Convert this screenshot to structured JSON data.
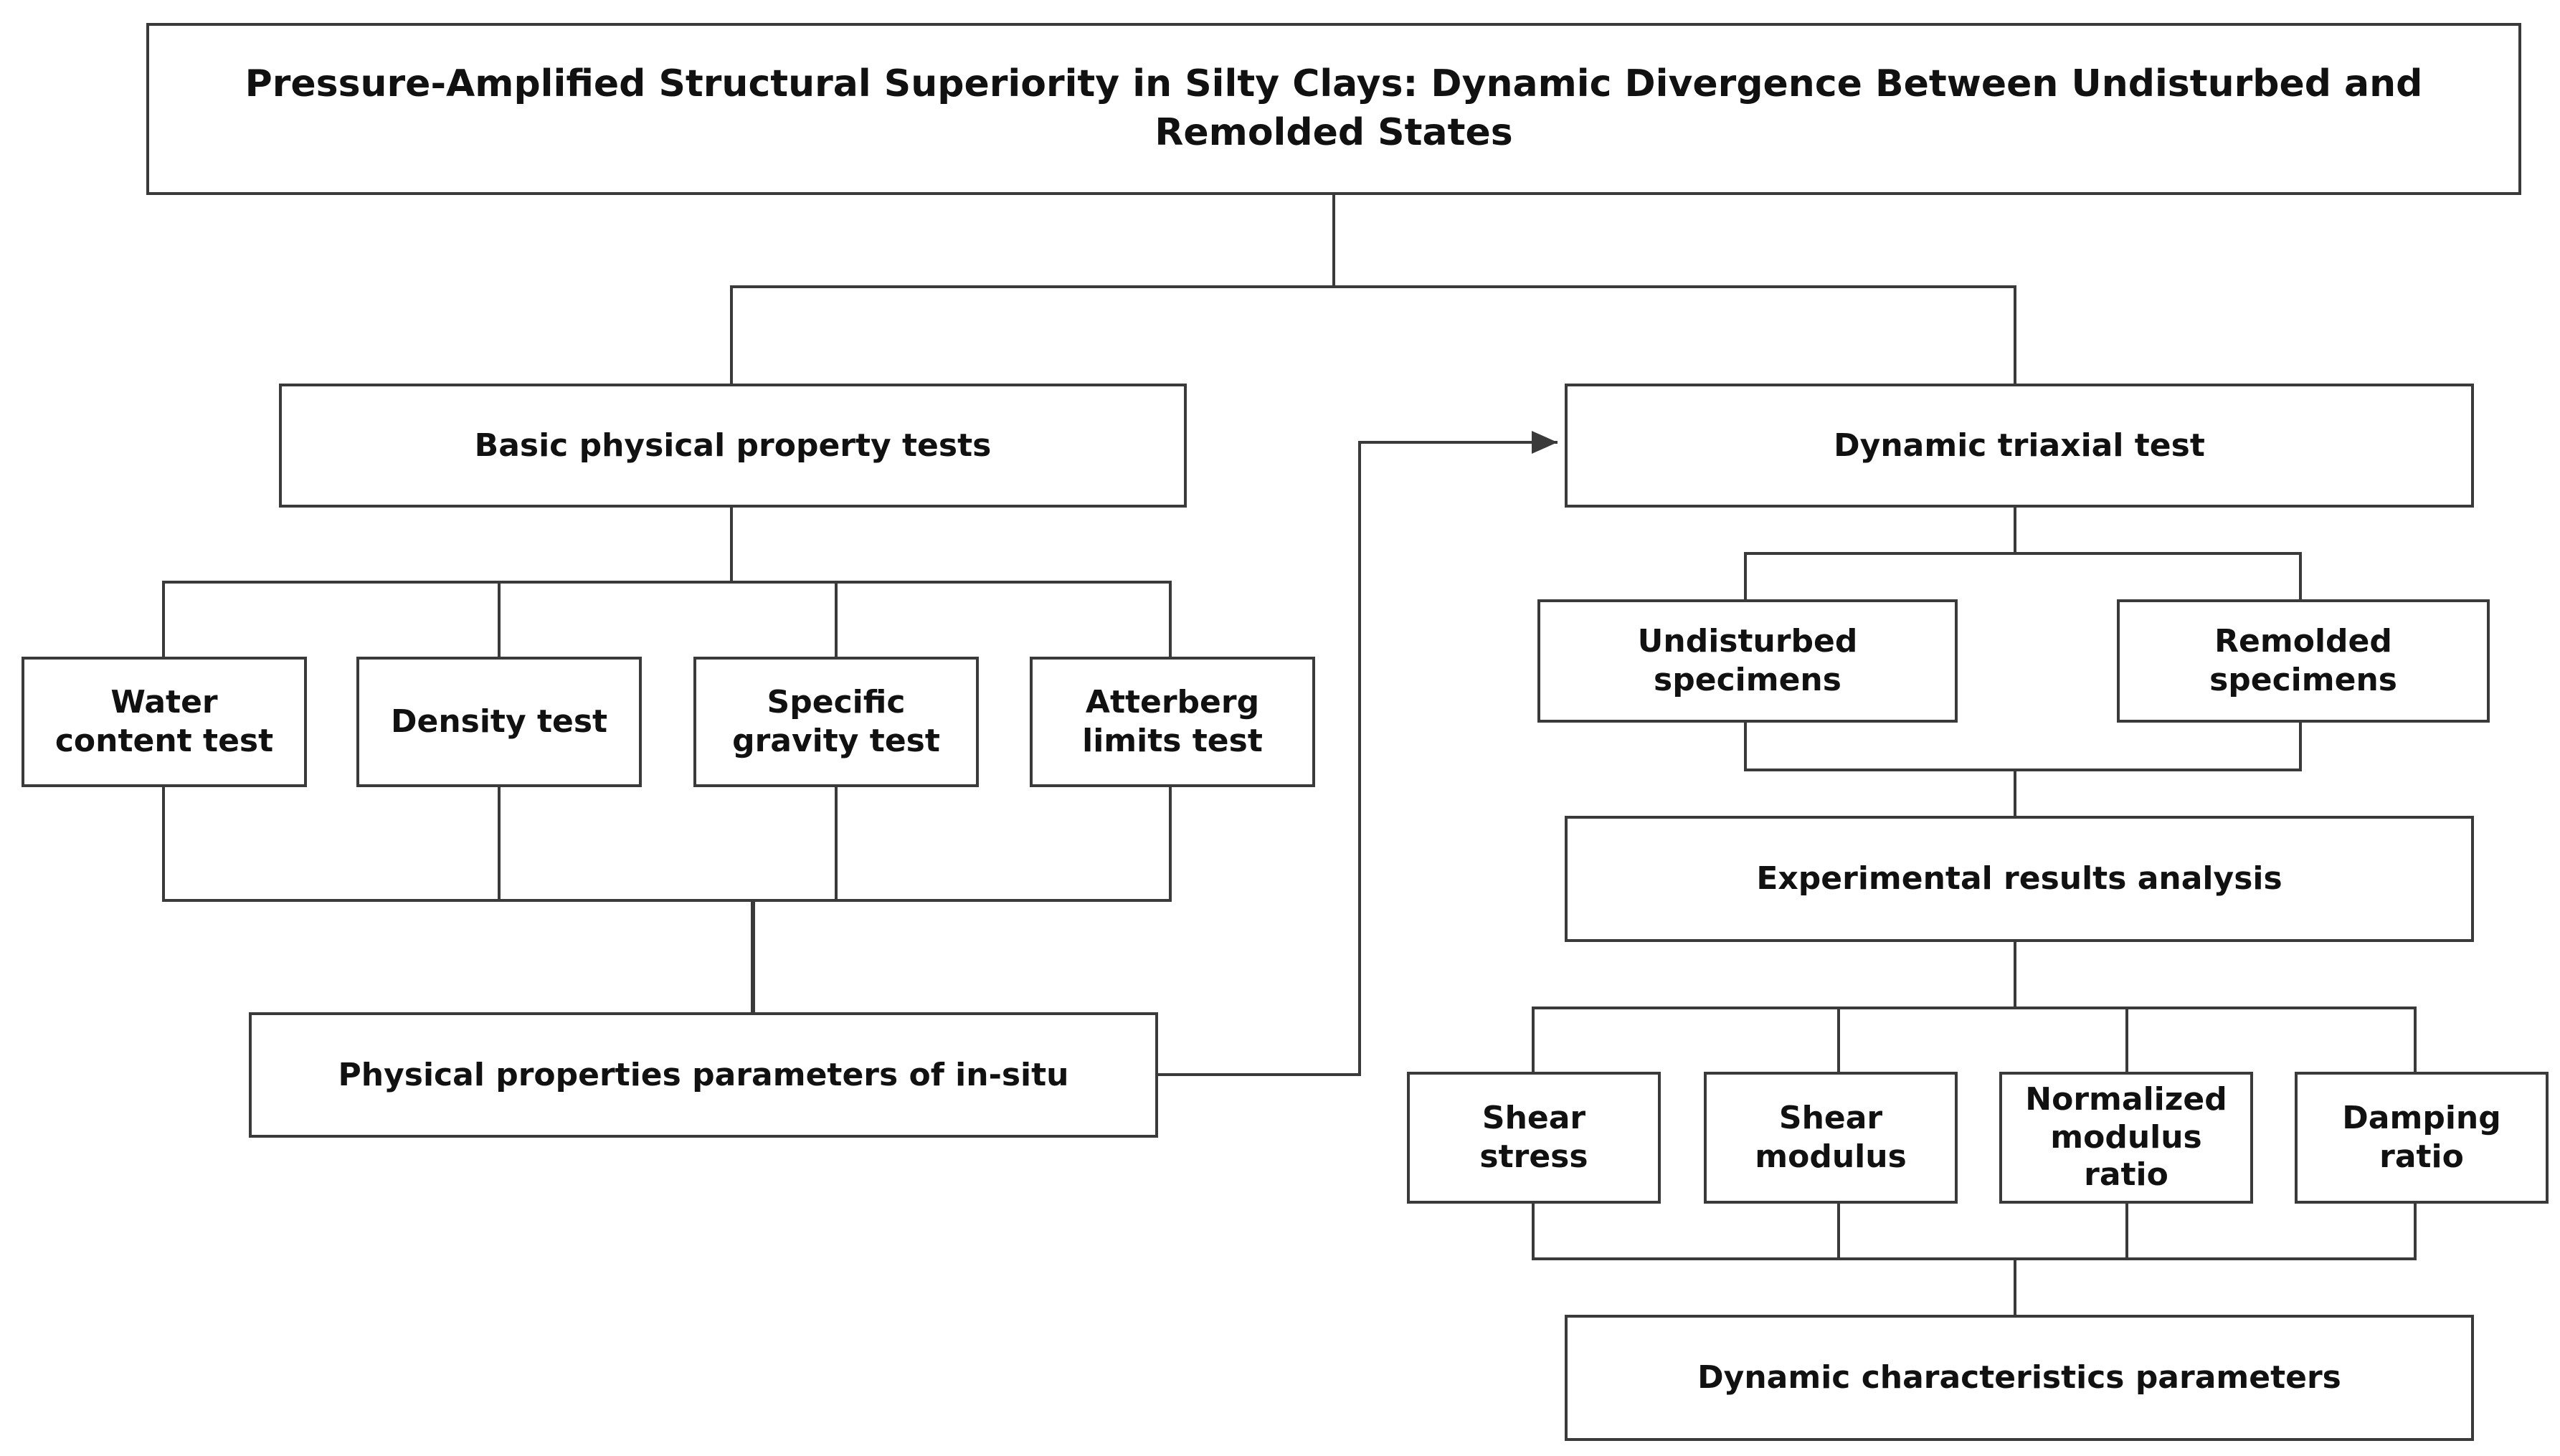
{
  "colors": {
    "line": "#3a3a3a",
    "text": "#111111",
    "background": "#ffffff"
  },
  "title": "Pressure-Amplified Structural Superiority in Silty Clays: Dynamic Divergence Between Undisturbed and Remolded States",
  "left_branch": {
    "heading": "Basic physical property tests",
    "tests": [
      "Water content test",
      "Density test",
      "Specific gravity test",
      "Atterberg limits test"
    ],
    "result": "Physical properties parameters of in-situ"
  },
  "right_branch": {
    "heading": "Dynamic triaxial test",
    "specimens": [
      "Undisturbed specimens",
      "Remolded specimens"
    ],
    "analysis": "Experimental results analysis",
    "outputs": [
      "Shear stress",
      "Shear modulus",
      "Normalized modulus ratio",
      "Damping ratio"
    ],
    "result": "Dynamic characteristics parameters"
  }
}
